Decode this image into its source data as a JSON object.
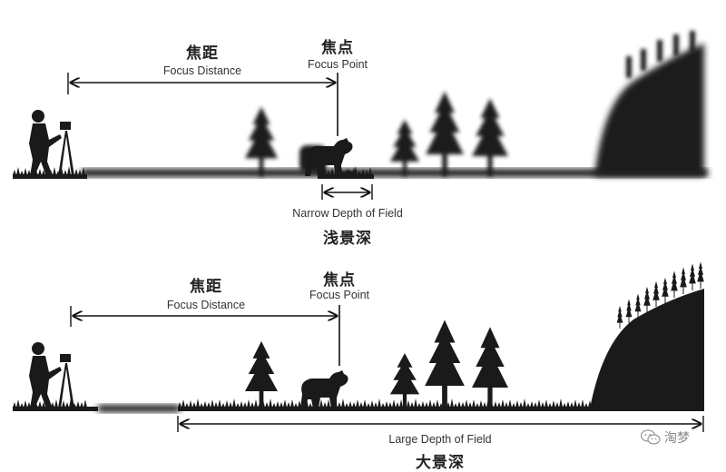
{
  "top": {
    "focus_distance_zh": "焦距",
    "focus_distance_en": "Focus Distance",
    "focus_point_zh": "焦点",
    "focus_point_en": "Focus Point",
    "dof_en": "Narrow Depth of Field",
    "dof_zh": "浅景深"
  },
  "bottom": {
    "focus_distance_zh": "焦距",
    "focus_distance_en": "Focus Distance",
    "focus_point_zh": "焦点",
    "focus_point_en": "Focus Point",
    "dof_en": "Large Depth of Field",
    "dof_zh": "大景深"
  },
  "watermark": {
    "text": "淘梦",
    "icon": "wechat-icon"
  },
  "colors": {
    "silhouette": "#1a1a1a",
    "background": "#ffffff",
    "text": "#222222"
  }
}
